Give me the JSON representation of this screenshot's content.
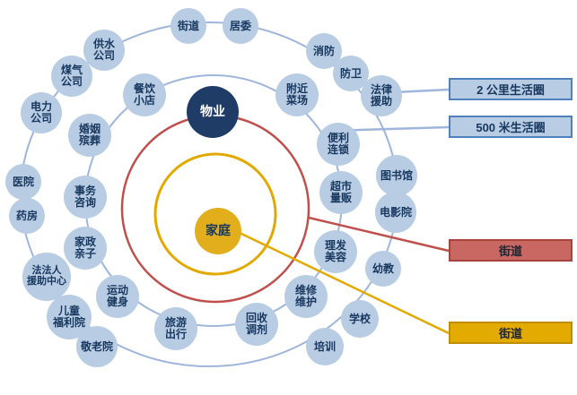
{
  "center": {
    "property_label": "物业",
    "family_label": "家庭"
  },
  "ring_2km": [
    "街道",
    "居委",
    "消防",
    "防卫",
    "法律\n援助",
    "图书馆",
    "电影院",
    "幼教",
    "学校",
    "培训",
    "敬老院",
    "儿童\n福利院",
    "法法人\n援助中心",
    "药房",
    "医院",
    "电力\n公司",
    "煤气\n公司",
    "供水\n公司"
  ],
  "ring_500m": [
    "餐饮\n小店",
    "附近\n菜场",
    "便利\n连锁",
    "超市\n量贩",
    "理发\n美容",
    "维修\n维护",
    "回收\n调剂",
    "旅游\n出行",
    "运动\n健身",
    "家政\n亲子",
    "事务\n咨询",
    "婚姻\n殡葬"
  ],
  "legend": {
    "circle_2km": "2 公里生活圈",
    "circle_500m": "500 米生活圈",
    "street_red": "街道",
    "street_gold": "街道"
  },
  "colors": {
    "node_fill": "#b8cce4",
    "node_text": "#17375e",
    "ring_blue": "#9fb6dc",
    "ring_red": "#c0504d",
    "ring_gold": "#e2a900",
    "property_fill": "#1f3c67",
    "family_fill": "#e3ae1b"
  }
}
